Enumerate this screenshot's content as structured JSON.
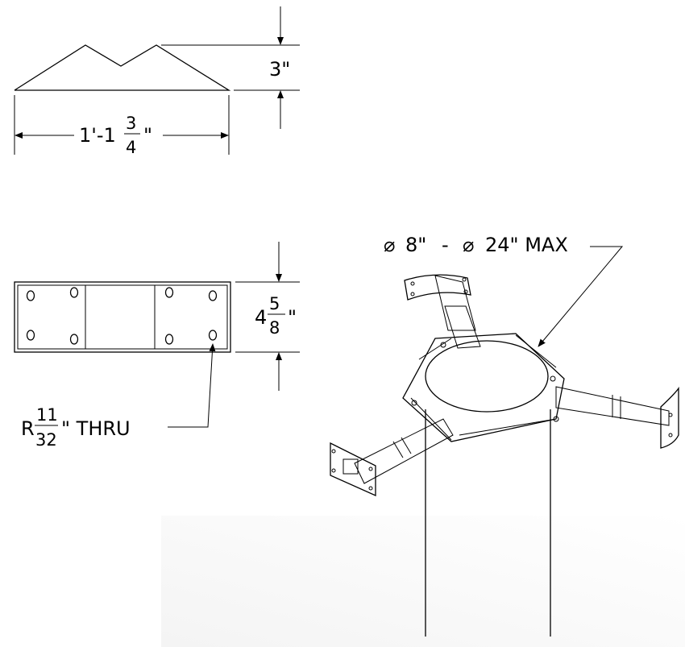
{
  "top_view": {
    "height_dim": "3\"",
    "width_whole": "1'-1",
    "width_num": "3",
    "width_den": "4",
    "width_unit": "\""
  },
  "plate_view": {
    "height_whole": "4",
    "height_num": "5",
    "height_den": "8",
    "height_unit": "\"",
    "hole_prefix": "R",
    "hole_num": "11",
    "hole_den": "32",
    "hole_suffix": "\" THRU"
  },
  "iso_view": {
    "diameter_symbol": "⌀",
    "pole_min": "8\"",
    "separator": "-",
    "pole_max": "24\" MAX"
  }
}
